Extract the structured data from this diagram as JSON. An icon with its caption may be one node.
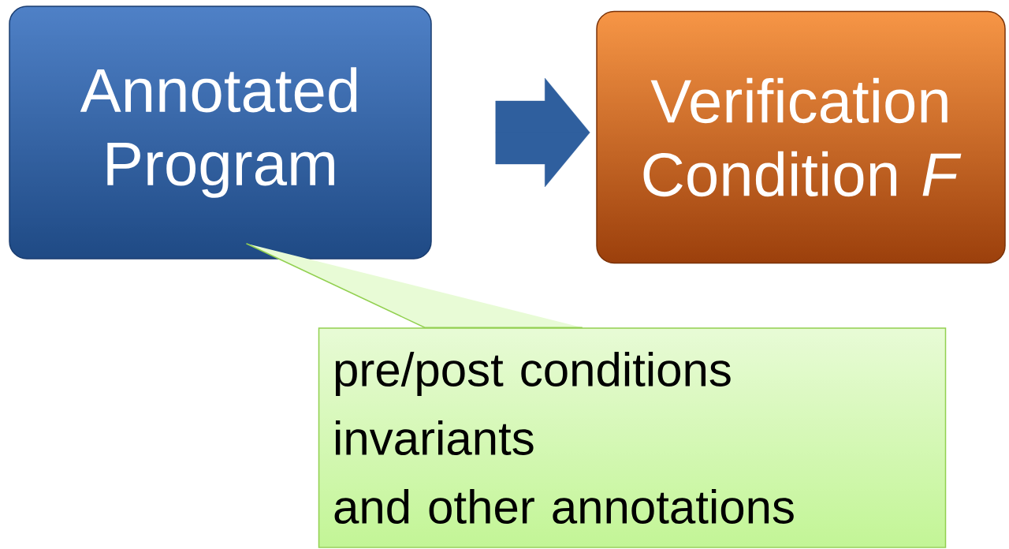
{
  "diagram": {
    "nodes": [
      {
        "text": [
          "Annotated Program"
        ]
      },
      {
        "text": [
          "Verification Condition *F*"
        ]
      },
      {
        "text": [
          "pre/post conditions",
          "invariants",
          "and other annotations"
        ]
      }
    ],
    "edges": [
      {
        "from": 0,
        "to": 1,
        "arrow": "to"
      },
      {
        "from": 2,
        "to": 0,
        "arrow": "none",
        "color": "#92d050"
      }
    ]
  }
}
